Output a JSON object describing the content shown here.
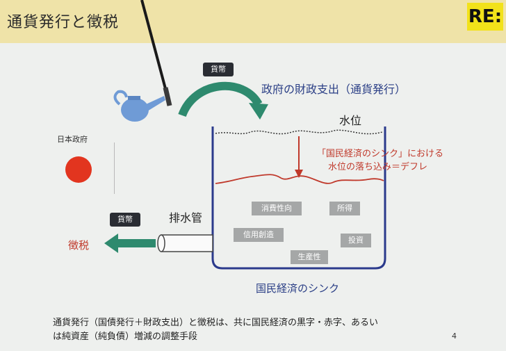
{
  "header": {
    "title": "通貨発行と徴税",
    "logo_text": "RE:"
  },
  "diagram": {
    "top_badge": "貨幣",
    "government_label": "日本政府",
    "spending_label": "政府の財政支出（通貨発行）",
    "water_level_label": "水位",
    "sink_note_line1": "「国民経済のシンク」における",
    "sink_note_line2": "水位の落ち込み＝デフレ",
    "drain_label": "排水管",
    "bottom_badge": "貨幣",
    "tax_label": "徴税",
    "boxes": {
      "consumption": "消費性向",
      "income": "所得",
      "credit": "信用創造",
      "investment": "投資",
      "productivity": "生産性"
    },
    "sink_label": "国民経済のシンク"
  },
  "footer": {
    "text_line1": "通貨発行（国債発行＋財政支出）と徴税は、共に国民経済の黒字・赤字、あるい",
    "text_line2": "は純資産（純負債）増減の調整手段",
    "page_number": "4"
  },
  "colors": {
    "title_band": "#efe3a8",
    "logo_bg": "#f2e21a",
    "teal_arrow": "#2e8a6e",
    "sink_blue": "#2b3a8c",
    "red": "#c0392b",
    "can_blue": "#6f9bd6"
  },
  "icons": {
    "watering_can": "watering-can-icon",
    "red_dot": "japan-government-dot-icon"
  }
}
